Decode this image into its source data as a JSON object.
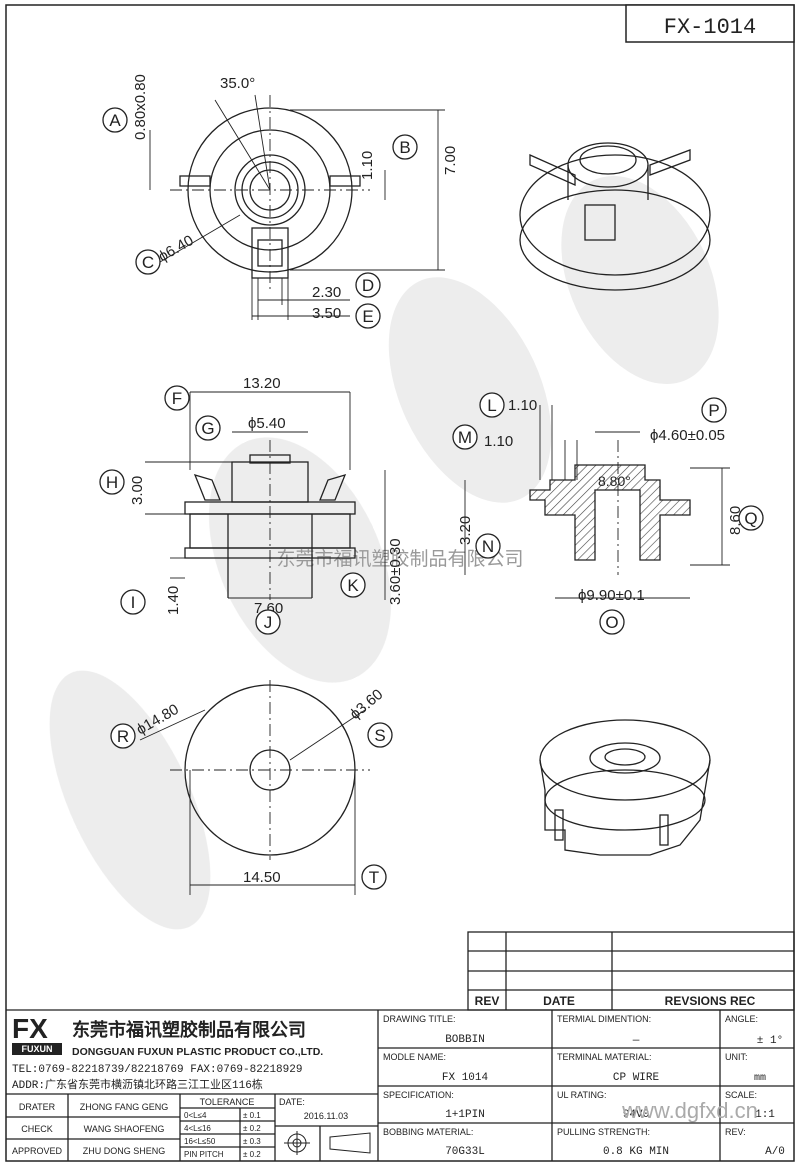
{
  "part_no": "FX-1014",
  "dimensions": {
    "angle": "35.0°",
    "a_dim": "0.80x0.80",
    "b_dim": "1.10",
    "height_top": "7.00",
    "dia_c": "ϕ6.40",
    "d_dim": "2.30",
    "e_dim": "3.50",
    "f_dim": "13.20",
    "g_dim": "ϕ5.40",
    "h_dim": "3.00",
    "k_dim": "3.60±0.30",
    "j_dim": "7.60",
    "i_dim": "1.40",
    "l_dim": "1.10",
    "m_dim": "1.10",
    "p_dim": "ϕ4.60±0.05",
    "draft": "8.80°",
    "q_dim": "8.60",
    "n_dim": "3.20",
    "o_dim": "ϕ9.90±0.1",
    "r_dim": "ϕ14.80",
    "s_dim": "ϕ3.60",
    "t_dim": "14.50"
  },
  "callouts": {
    "A": "A",
    "B": "B",
    "C": "C",
    "D": "D",
    "E": "E",
    "F": "F",
    "G": "G",
    "H": "H",
    "I": "I",
    "J": "J",
    "K": "K",
    "L": "L",
    "M": "M",
    "N": "N",
    "O": "O",
    "P": "P",
    "Q": "Q",
    "R": "R",
    "S": "S",
    "T": "T"
  },
  "watermark": "东莞市福讯塑胶制品有限公司",
  "revision_table": {
    "rev": "REV",
    "date": "DATE",
    "record": "REVSIONS REC"
  },
  "company": {
    "logo": "FX",
    "logo_sub": "FUXUN",
    "name_cn": "东莞市福讯塑胶制品有限公司",
    "name_en": "DONGGUAN FUXUN PLASTIC PRODUCT CO.,LTD.",
    "tel": "TEL:0769-82218739/82218769 FAX:0769-82218929",
    "addr": "ADDR:广东省东莞市横沥镇北环路三江工业区116栋"
  },
  "staff": [
    {
      "role": "DRATER",
      "name": "ZHONG FANG GENG"
    },
    {
      "role": "CHECK",
      "name": "WANG SHAOFENG"
    },
    {
      "role": "APPROVED",
      "name": "ZHU DONG SHENG"
    }
  ],
  "tolerance": {
    "header": "TOLERANCE",
    "rows": [
      {
        "range": "0<L≤4",
        "value": "± 0.1"
      },
      {
        "range": "4<L≤16",
        "value": "± 0.2"
      },
      {
        "range": "16<L≤50",
        "value": "± 0.3"
      },
      {
        "range": "PIN PITCH",
        "value": "± 0.2"
      }
    ]
  },
  "date_label": "DATE:",
  "date_value": "2016.11.03",
  "info": {
    "drawing_title_label": "DRAWING TITLE:",
    "drawing_title": "BOBBIN",
    "model_label": "MODLE NAME:",
    "model": "FX 1014",
    "spec_label": "SPECIFICATION:",
    "spec": "1+1PIN",
    "material_label": "BOBBING MATERIAL:",
    "material": "70G33L",
    "terminal_dim_label": "TERMIAL DIMENTION:",
    "terminal_dim": "—",
    "terminal_mat_label": "TERMINAL MATERIAL:",
    "terminal_mat": "CP WIRE",
    "ul_label": "UL RATING:",
    "ul": "94V0",
    "pull_label": "PULLING STRENGTH:",
    "pull": "0.8 KG MIN",
    "angle_label": "ANGLE:",
    "angle": "± 1°",
    "unit_label": "UNIT:",
    "unit": "mm",
    "scale_label": "SCALE:",
    "scale": "1:1",
    "rev_label": "REV:",
    "rev": "A/0"
  },
  "site": "www.dgfxd.cn"
}
